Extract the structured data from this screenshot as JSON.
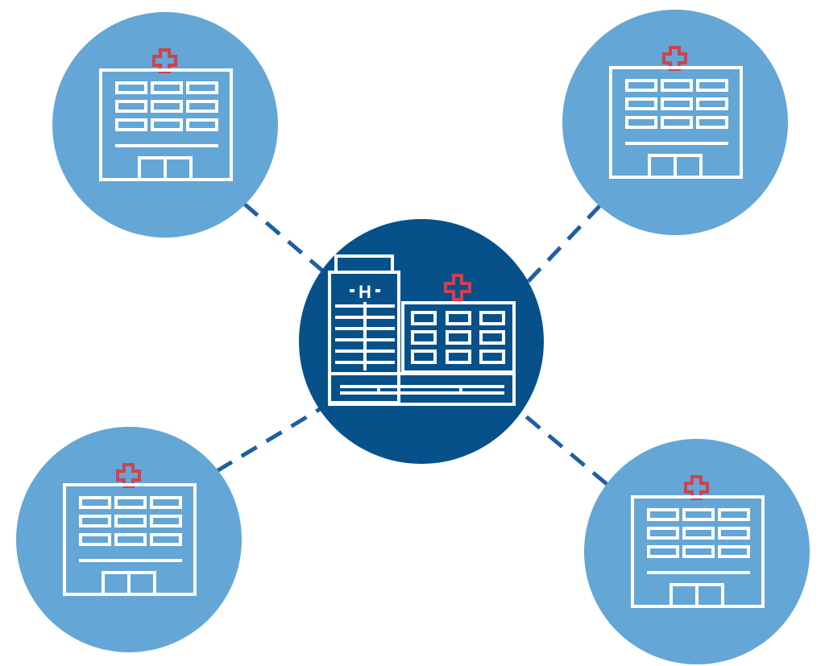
{
  "diagram": {
    "hub": {
      "icon": "hospital-complex-icon",
      "emblem_letter": "H"
    },
    "satellites": [
      {
        "id": "top-left",
        "icon": "hospital-building-icon"
      },
      {
        "id": "top-right",
        "icon": "hospital-building-icon"
      },
      {
        "id": "bottom-left",
        "icon": "hospital-building-icon"
      },
      {
        "id": "bottom-right",
        "icon": "hospital-building-icon"
      }
    ],
    "connectors": {
      "style": "dashed"
    }
  },
  "colors": {
    "hub_fill": "#07518B",
    "satellite_fill": "#64A6D6",
    "connector": "#1F5FA3",
    "line_art": "#FFFFFF",
    "cross": "#D2414A",
    "background": "#FFFFFF"
  }
}
